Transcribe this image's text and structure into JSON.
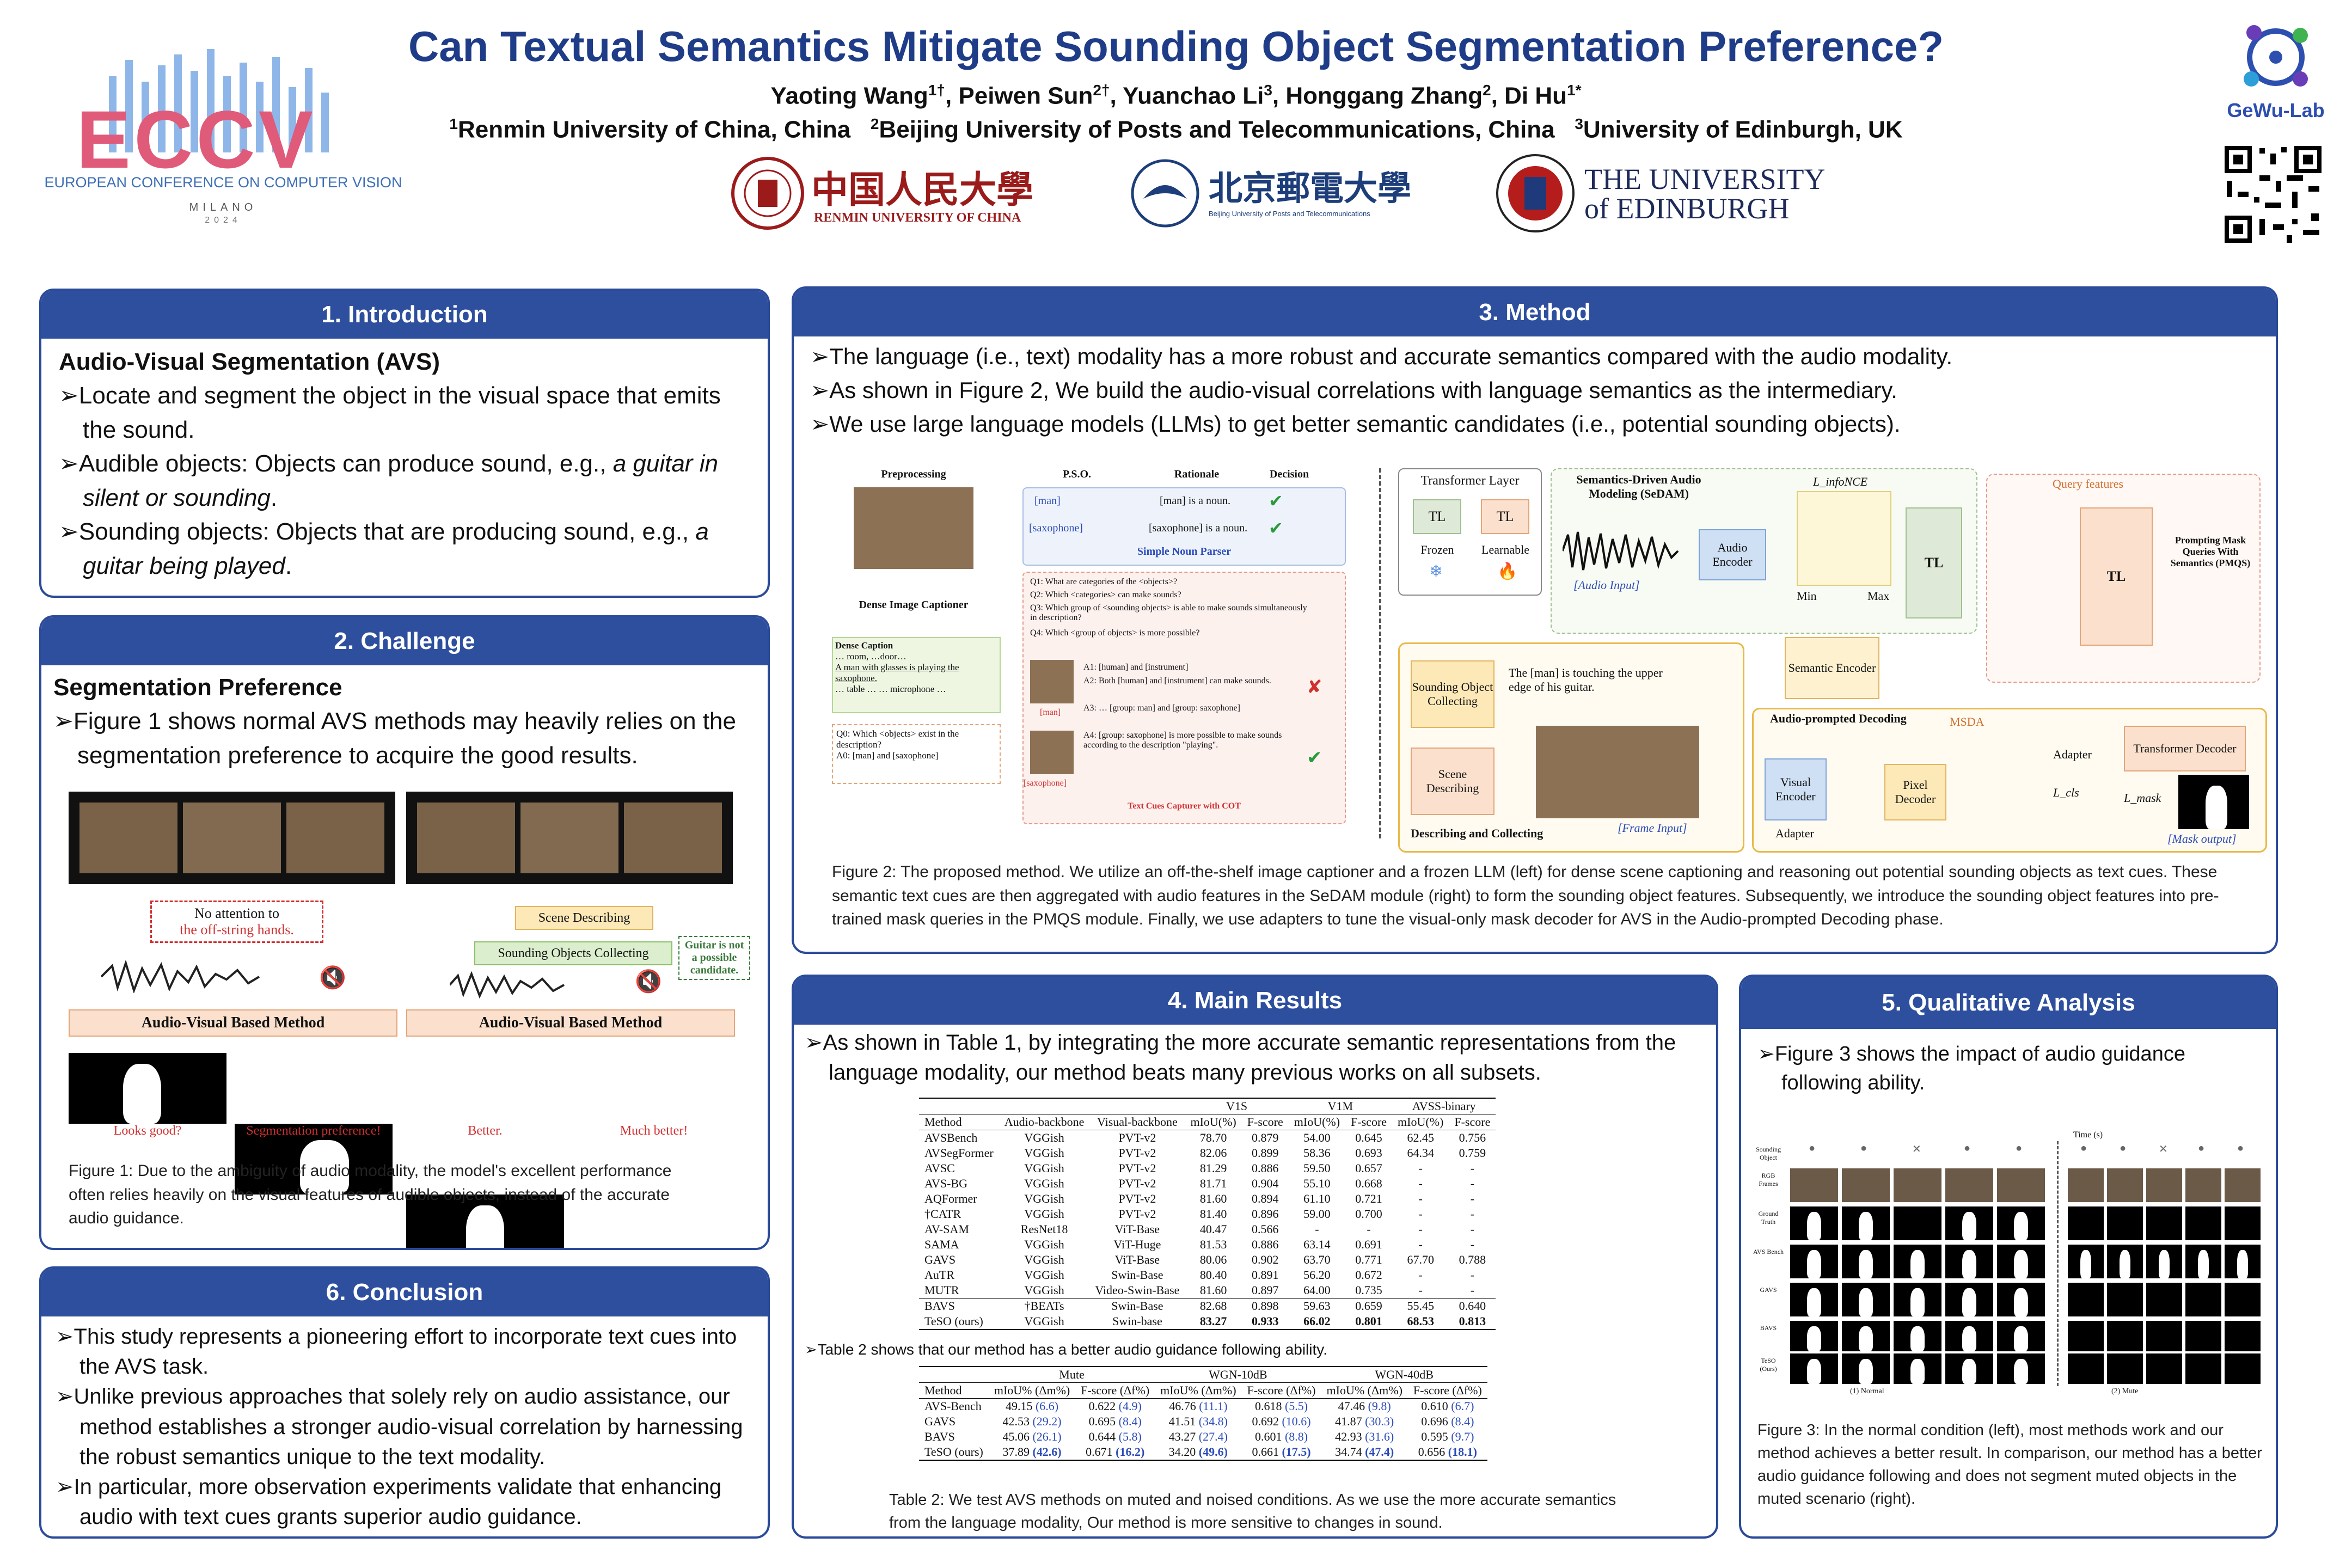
{
  "header": {
    "title": "Can Textual Semantics Mitigate  Sounding Object Segmentation Preference?",
    "authors": [
      "Yaoting Wang",
      "Peiwen Sun",
      "Yuanchao Li",
      "Honggang Zhang",
      "Di Hu"
    ],
    "author_marks": [
      "1†",
      "2†",
      "3",
      "2",
      "1*"
    ],
    "affiliations": [
      "Renmin University of China, China",
      "Beijing University of Posts and Telecommunications, China",
      "University of Edinburgh, UK"
    ],
    "affil_marks": [
      "1",
      "2",
      "3"
    ]
  },
  "logos": {
    "eccv_word": "ECCV",
    "eccv_sub": "EUROPEAN CONFERENCE ON COMPUTER VISION",
    "eccv_city": "MILANO",
    "eccv_year": "2024",
    "gewu": "GeWu-Lab",
    "renmin_cn": "中国人民大學",
    "renmin_en": "RENMIN UNIVERSITY OF CHINA",
    "bupt_cn": "北京郵電大學",
    "bupt_en": "Beijing University of Posts and Telecommunications",
    "edin_1": "THE UNIVERSITY",
    "edin_2": "of EDINBURGH"
  },
  "intro": {
    "header": "1. Introduction",
    "heading": "Audio-Visual Segmentation (AVS)",
    "b1": "Locate and segment the object in the visual space that emits the sound.",
    "b2a": "Audible objects: Objects can produce sound, e.g., ",
    "b2b": "a guitar in silent or sounding",
    "b2c": ".",
    "b3a": "Sounding objects: Objects that are producing sound, e.g., ",
    "b3b": "a guitar being played",
    "b3c": "."
  },
  "challenge": {
    "header": "2. Challenge",
    "heading": "Segmentation Preference",
    "b1": "Figure 1 shows normal AVS methods may heavily relies on the segmentation preference to acquire the good results.",
    "fig": {
      "no_attention_1": "No attention to",
      "no_attention_2": "the off-string hands.",
      "scene_describing": "Scene Describing",
      "collecting": "Sounding Objects Collecting",
      "guitar_note": "Guitar is not a possible candidate.",
      "method_label": "Audio-Visual Based Method",
      "looks_good": "Looks good?",
      "seg_pref": "Segmentation preference!",
      "better": "Better.",
      "much_better": "Much better!"
    },
    "caption": "Figure 1: Due to the ambiguity of audio modality, the model's excellent performance often relies heavily on the visual features of audible objects, instead of the accurate audio guidance."
  },
  "method": {
    "header": "3. Method",
    "b1": "The language (i.e., text) modality has a more robust and accurate semantics compared with the audio modality.",
    "b2": "As shown in Figure 2, We build the audio-visual correlations with language semantics as the intermediary.",
    "b3": "We use large language models (LLMs) to get better semantic candidates (i.e., potential sounding objects).",
    "fig": {
      "preprocessing": "Preprocessing",
      "pso": "P.S.O.",
      "rationale": "Rationale",
      "decision": "Decision",
      "man": "[man]",
      "saxophone": "[saxophone]",
      "man_noun": "[man] is a noun.",
      "sax_noun": "[saxophone] is a noun.",
      "simple_parser": "Simple Noun Parser",
      "dense_captioner": "Dense Image Captioner",
      "dense_caption": "Dense Caption",
      "dc1": "… room, …door…",
      "dc2": "A man with glasses is playing the saxophone.",
      "dc3": "… table … … microphone …",
      "q1": "Q1: What are categories of the <objects>?",
      "q2": "Q2: Which <categories> can make sounds?",
      "q3": "Q3: Which group of <sounding objects> is able to make sounds simultaneously in description?",
      "q4": "Q4: Which <group of objects> is more possible?",
      "q0": "Q0: Which <objects> exist in the description?",
      "a0": "A0: [man] and [saxophone]",
      "a1": "A1: [human] and [instrument]",
      "a2": "A2: Both [human] and [instrument] can make sounds.",
      "a3": "A3: … [group: man] and [group: saxophone]",
      "a4": "A4: [group: saxophone] is more possible to make sounds according to the description \"playing\".",
      "text_cues": "Text Cues Capturer with COT",
      "transformer_layer": "Transformer Layer",
      "tl": "TL",
      "frozen": "Frozen",
      "learnable": "Learnable",
      "sedam": "Semantics-Driven Audio Modeling (SeDAM)",
      "audio_input": "[Audio Input]",
      "audio_encoder": "Audio Encoder",
      "l_infonce": "L_infoNCE",
      "min": "Min",
      "max": "Max",
      "query_features": "Query features",
      "prompting": "Prompting Mask Queries With Semantics (PMQS)",
      "sounding_collecting": "Sounding Object Collecting",
      "man_touching": "The [man] is touching the upper edge of his guitar.",
      "semantic_encoder": "Semantic Encoder",
      "scene_describing": "Scene Describing",
      "describing_collecting": "Describing and Collecting",
      "frame_input": "[Frame Input]",
      "audio_prompted": "Audio-prompted Decoding",
      "msda": "MSDA",
      "adapter": "Adapter",
      "visual_encoder": "Visual Encoder",
      "pixel_decoder": "Pixel Decoder",
      "transformer_decoder": "Transformer Decoder",
      "l_cls": "L_cls",
      "l_mask": "L_mask",
      "mask_output": "[Mask output]"
    },
    "caption": "Figure 2: The proposed method. We utilize an off-the-shelf image captioner and a frozen LLM (left) for dense scene captioning and reasoning out potential sounding objects as text cues. These semantic text cues are then aggregated with audio features in the SeDAM module (right) to form the sounding object features. Subsequently, we introduce the sounding object features into pre-trained mask queries in the PMQS module. Finally, we use adapters to tune the visual-only mask decoder for AVS in the Audio-prompted Decoding phase."
  },
  "results": {
    "header": "4. Main Results",
    "b1": "As shown in Table 1, by integrating the more accurate semantic representations from the language modality, our method beats many previous works on all subsets.",
    "table1": {
      "groups": [
        "V1S",
        "V1M",
        "AVSS-binary"
      ],
      "columns": [
        "Method",
        "Audio-backbone",
        "Visual-backbone",
        "mIoU(%)",
        "F-score",
        "mIoU(%)",
        "F-score",
        "mIoU(%)",
        "F-score"
      ],
      "rows": [
        [
          "AVSBench",
          "VGGish",
          "PVT-v2",
          "78.70",
          "0.879",
          "54.00",
          "0.645",
          "62.45",
          "0.756"
        ],
        [
          "AVSegFormer",
          "VGGish",
          "PVT-v2",
          "82.06",
          "0.899",
          "58.36",
          "0.693",
          "64.34",
          "0.759"
        ],
        [
          "AVSC",
          "VGGish",
          "PVT-v2",
          "81.29",
          "0.886",
          "59.50",
          "0.657",
          "-",
          "-"
        ],
        [
          "AVS-BG",
          "VGGish",
          "PVT-v2",
          "81.71",
          "0.904",
          "55.10",
          "0.668",
          "-",
          "-"
        ],
        [
          "AQFormer",
          "VGGish",
          "PVT-v2",
          "81.60",
          "0.894",
          "61.10",
          "0.721",
          "-",
          "-"
        ],
        [
          "†CATR",
          "VGGish",
          "PVT-v2",
          "81.40",
          "0.896",
          "59.00",
          "0.700",
          "-",
          "-"
        ],
        [
          "AV-SAM",
          "ResNet18",
          "ViT-Base",
          "40.47",
          "0.566",
          "-",
          "-",
          "-",
          "-"
        ],
        [
          "SAMA",
          "VGGish",
          "ViT-Huge",
          "81.53",
          "0.886",
          "63.14",
          "0.691",
          "-",
          "-"
        ],
        [
          "GAVS",
          "VGGish",
          "ViT-Base",
          "80.06",
          "0.902",
          "63.70",
          "0.771",
          "67.70",
          "0.788"
        ],
        [
          "AuTR",
          "VGGish",
          "Swin-Base",
          "80.40",
          "0.891",
          "56.20",
          "0.672",
          "-",
          "-"
        ],
        [
          "MUTR",
          "VGGish",
          "Video-Swin-Base",
          "81.60",
          "0.897",
          "64.00",
          "0.735",
          "-",
          "-"
        ],
        [
          "BAVS",
          "†BEATs",
          "Swin-Base",
          "82.68",
          "0.898",
          "59.63",
          "0.659",
          "55.45",
          "0.640"
        ],
        [
          "TeSO (ours)",
          "VGGish",
          "Swin-base",
          "83.27",
          "0.933",
          "66.02",
          "0.801",
          "68.53",
          "0.813"
        ]
      ]
    },
    "b2": "Table 2 shows that our method has a better audio guidance following ability.",
    "table2": {
      "groups": [
        "Mute",
        "WGN-10dB",
        "WGN-40dB"
      ],
      "columns": [
        "Method",
        "mIoU% (Δm%)",
        "F-score (Δf%)",
        "mIoU% (Δm%)",
        "F-score (Δf%)",
        "mIoU% (Δm%)",
        "F-score (Δf%)"
      ],
      "rows": [
        [
          "AVS-Bench",
          "49.15",
          "(6.6)",
          "0.622",
          "(4.9)",
          "46.76",
          "(11.1)",
          "0.618",
          "(5.5)",
          "47.46",
          "(9.8)",
          "0.610",
          "(6.7)"
        ],
        [
          "GAVS",
          "42.53",
          "(29.2)",
          "0.695",
          "(8.4)",
          "41.51",
          "(34.8)",
          "0.692",
          "(10.6)",
          "41.87",
          "(30.3)",
          "0.696",
          "(8.4)"
        ],
        [
          "BAVS",
          "45.06",
          "(26.1)",
          "0.644",
          "(5.8)",
          "43.27",
          "(27.4)",
          "0.601",
          "(8.8)",
          "42.93",
          "(31.6)",
          "0.595",
          "(9.7)"
        ],
        [
          "TeSO (ours)",
          "37.89",
          "(42.6)",
          "0.671",
          "(16.2)",
          "34.20",
          "(49.6)",
          "0.661",
          "(17.5)",
          "34.74",
          "(47.4)",
          "0.656",
          "(18.1)"
        ]
      ]
    },
    "caption": "Table 2: We test AVS methods on muted and noised conditions. As we use the more accurate semantics from the language modality, Our method is more sensitive to changes in sound."
  },
  "qualitative": {
    "header": "5. Qualitative Analysis",
    "b1": "Figure 3 shows the impact of audio guidance following ability.",
    "row_labels": [
      "Sounding Object",
      "RGB Frames",
      "Ground Truth",
      "AVS Bench",
      "GAVS",
      "BAVS",
      "TeSO (Ours)"
    ],
    "time_label": "Time (s)",
    "normal": "(1) Normal",
    "mute": "(2) Mute",
    "caption": "Figure 3: In the normal condition (left), most methods work and our method achieves a better result. In comparison, our method has a better audio guidance following and does not segment muted objects in the muted scenario (right)."
  },
  "conclusion": {
    "header": "6. Conclusion",
    "b1": "This study represents a pioneering effort to incorporate text cues into the AVS task.",
    "b2": "Unlike previous approaches that solely rely on audio assistance, our method establishes a stronger audio-visual correlation by harnessing the robust semantics unique to the text modality.",
    "b3": "In particular, more observation experiments validate that enhancing audio with text cues grants superior audio guidance."
  },
  "colors": {
    "accent": "#2d4f9e",
    "title": "#1f3c88",
    "red": "#d03030",
    "blue_delta": "#2b4bb8"
  }
}
